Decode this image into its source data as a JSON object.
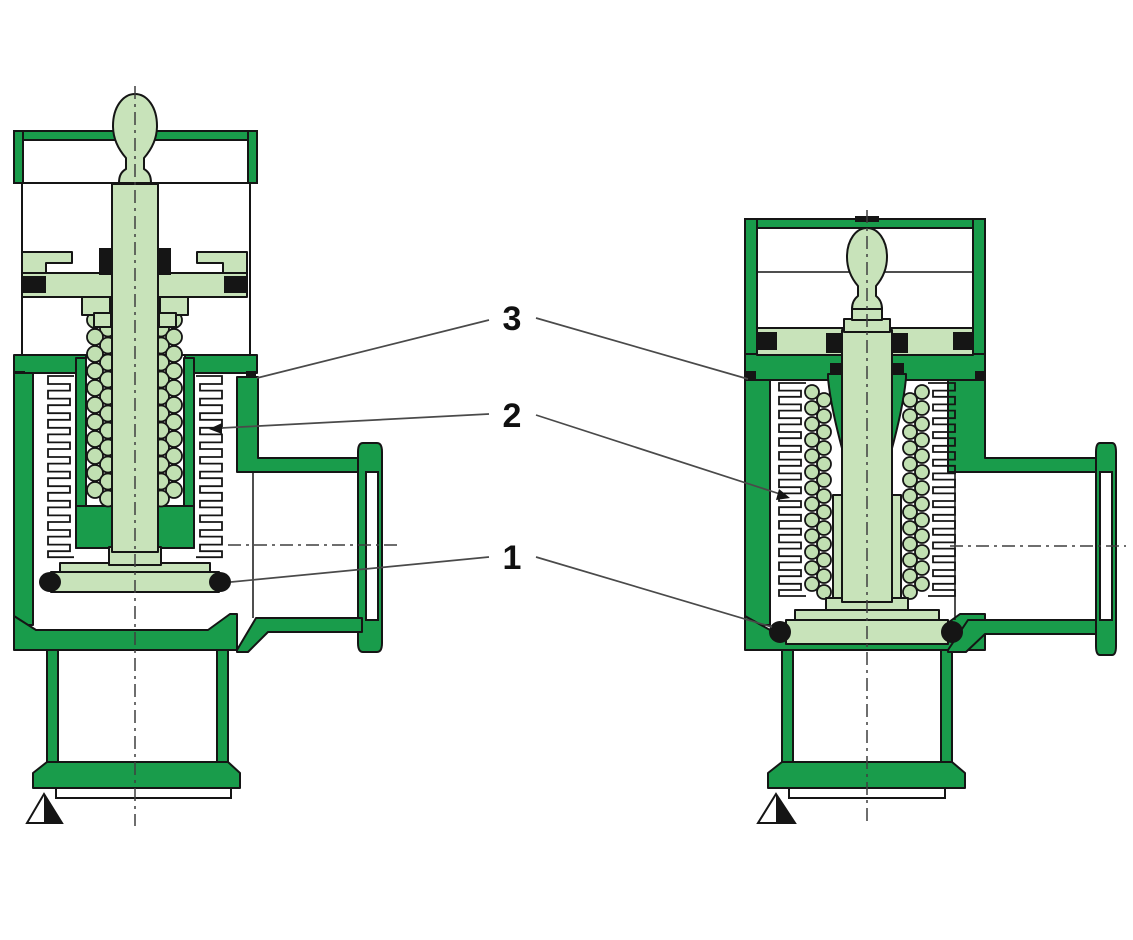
{
  "diagram": {
    "callouts": [
      {
        "label": "3"
      },
      {
        "label": "2"
      },
      {
        "label": "1"
      }
    ]
  },
  "colors": {
    "body_green": "#199C4B",
    "part_green": "#C8E3BA",
    "spring_green": "#C1E0B2",
    "outline": "#151515",
    "line_gray": "#4A4A4A",
    "background": "#FFFFFF"
  }
}
